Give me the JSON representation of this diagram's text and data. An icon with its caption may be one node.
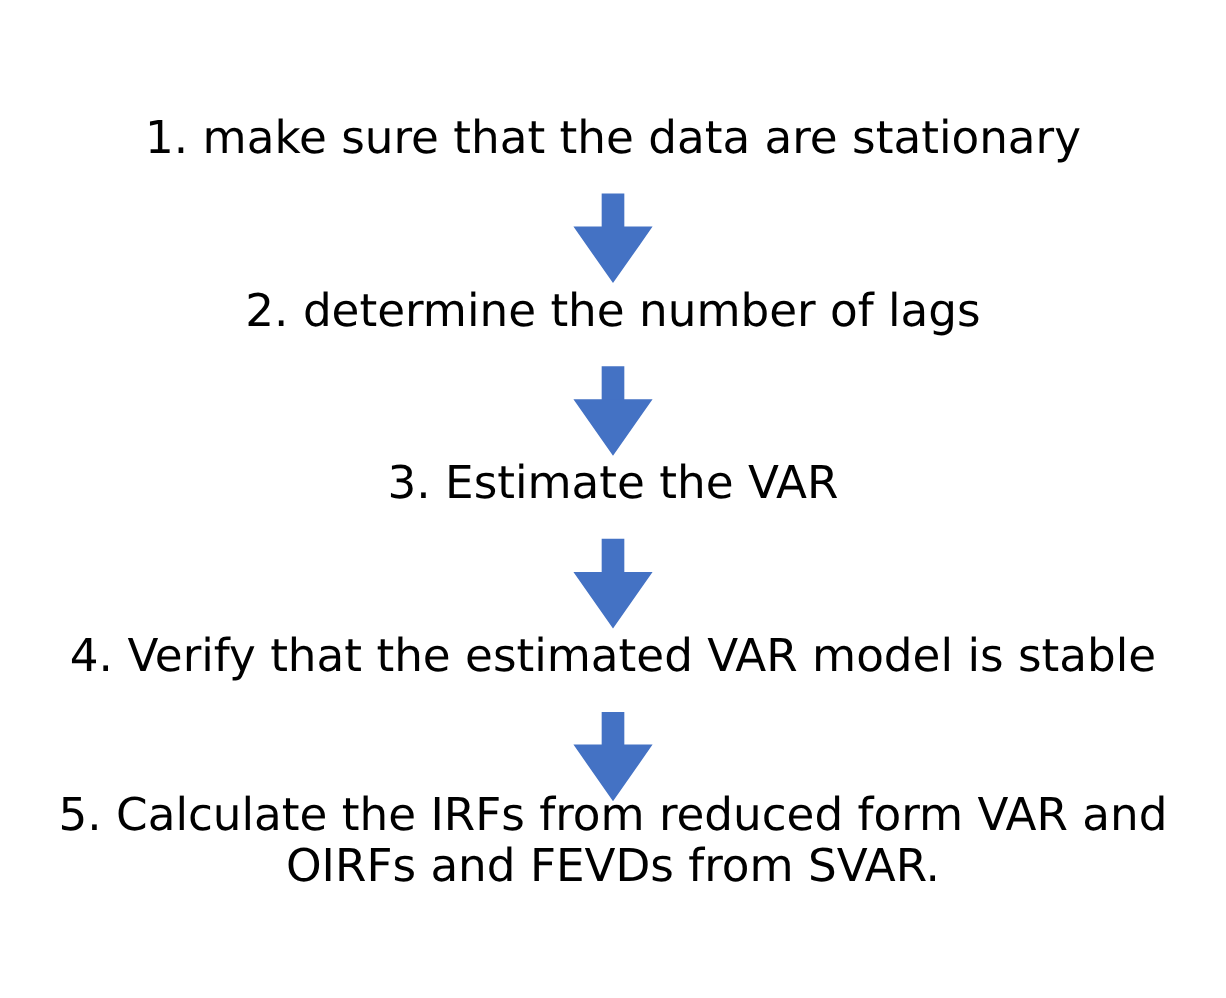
{
  "diagram": {
    "nodes": [
      {
        "text": [
          "1. make sure that the data are stationary"
        ]
      },
      {
        "text": [
          "2. determine the number of lags"
        ]
      },
      {
        "text": [
          "3. Estimate the VAR"
        ]
      },
      {
        "text": [
          "4. Verify that the estimated VAR model is stable"
        ]
      },
      {
        "text": [
          "5. Calculate the IRFs from reduced form VAR and OIRFs and FEVDs from SVAR."
        ]
      }
    ],
    "edges": [
      {
        "from": 0,
        "to": 1,
        "arrow": "to"
      },
      {
        "from": 1,
        "to": 2,
        "arrow": "to"
      },
      {
        "from": 2,
        "to": 3,
        "arrow": "to"
      },
      {
        "from": 3,
        "to": 4,
        "arrow": "to"
      }
    ]
  }
}
